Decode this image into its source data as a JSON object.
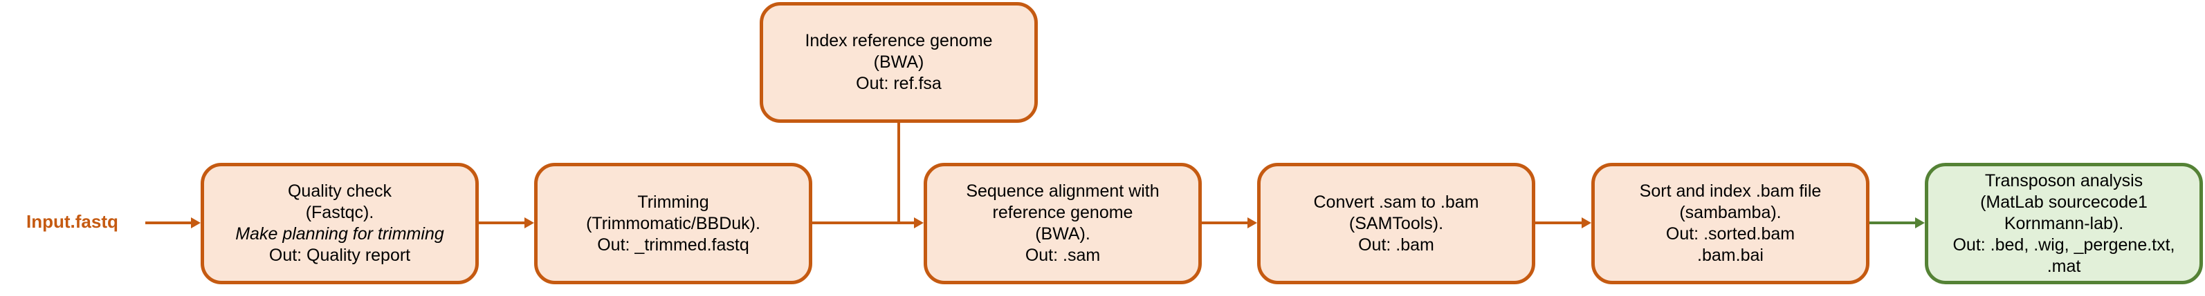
{
  "input": {
    "label": "Input.fastq"
  },
  "colors": {
    "process_border": "#c55a11",
    "process_fill": "#fbe5d6",
    "final_border": "#548235",
    "final_fill": "#e2f0d9",
    "input_text": "#c55a11"
  },
  "steps": {
    "quality": {
      "line1": "Quality check",
      "line2": "(Fastqc).",
      "line3": "Make planning for trimming",
      "line4": "Out: Quality report"
    },
    "trimming": {
      "line1": "Trimming",
      "line2": "(Trimmomatic/BBDuk).",
      "line3": "Out: _trimmed.fastq"
    },
    "index": {
      "line1": "Index reference genome",
      "line2": "(BWA)",
      "line3": "Out: ref.fsa"
    },
    "align": {
      "line1": "Sequence alignment with",
      "line2": "reference genome",
      "line3": "(BWA).",
      "line4": "Out: .sam"
    },
    "convert": {
      "line1": "Convert .sam to .bam",
      "line2": "(SAMTools).",
      "line3": "Out: .bam"
    },
    "sort": {
      "line1": "Sort and index .bam file",
      "line2": "(sambamba).",
      "line3": "Out: .sorted.bam",
      "line4": ".bam.bai"
    },
    "transposon": {
      "line1": "Transposon analysis",
      "line2": "(MatLab sourcecode1",
      "line3": "Kornmann-lab).",
      "line4": "Out: .bed, .wig, _pergene.txt,",
      "line5": ".mat"
    }
  }
}
